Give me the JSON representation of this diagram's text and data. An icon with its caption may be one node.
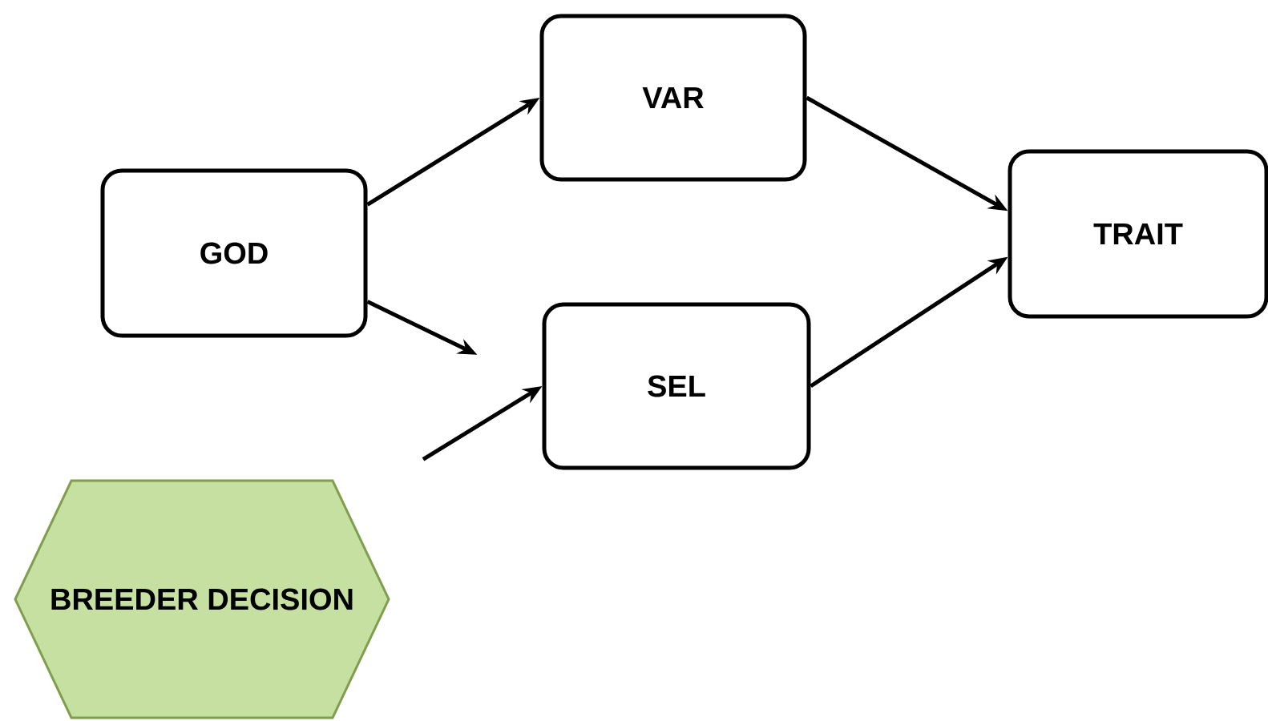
{
  "diagram": {
    "nodes": [
      {
        "text": [
          "GOD"
        ]
      },
      {
        "text": [
          "VAR"
        ]
      },
      {
        "text": [
          "SEL"
        ]
      },
      {
        "text": [
          "TRAIT"
        ]
      },
      {
        "text": [
          "BREEDER DECISION"
        ]
      }
    ],
    "edges": [
      {
        "from": 0,
        "to": 1,
        "arrow": "to"
      },
      {
        "from": 0,
        "to": 2,
        "arrow": "to"
      },
      {
        "from": 4,
        "to": 2,
        "arrow": "to"
      },
      {
        "from": 1,
        "to": 3,
        "arrow": "to"
      },
      {
        "from": 2,
        "to": 3,
        "arrow": "to"
      }
    ]
  }
}
